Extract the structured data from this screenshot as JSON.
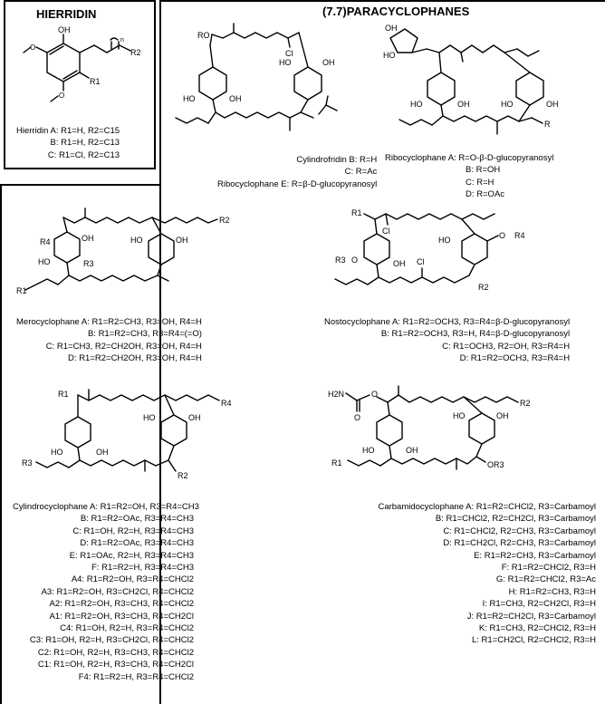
{
  "hierridin": {
    "title": "HIERRIDIN",
    "atoms": {
      "oh": "OH",
      "r2": "R2",
      "r1": "R1",
      "n": "n"
    },
    "variants": [
      {
        "name": "Hierridin A:",
        "def": "R1=H, R2=C15"
      },
      {
        "name": "B:",
        "def": "R1=H, R2=C13"
      },
      {
        "name": "C:",
        "def": "R1=Cl, R2=C13"
      }
    ]
  },
  "paracyclophanes": {
    "title": "(7.7)PARACYCLOPHANES",
    "cylindrofridin": {
      "atoms": {
        "ro": "RO",
        "cl": "Cl",
        "ho1": "HO",
        "oh1": "OH",
        "ho2": "HO",
        "oh2": "OH"
      },
      "lines": [
        "Cylindrofridin B: R=H",
        "C: R=Ac",
        "Ribocyclophane E: R=β-D-glucopyranosyl"
      ]
    },
    "ribocyclophane": {
      "atoms": {
        "oh": "OH",
        "ho": "HO",
        "r": "R",
        "ho1": "HO",
        "oh1": "OH",
        "ho2": "HO",
        "oh2": "OH"
      },
      "lines": [
        {
          "name": "Ribocyclophane A:",
          "def": "R=O-β-D-glucopyranosyl"
        },
        {
          "name": "B:",
          "def": "R=OH"
        },
        {
          "name": "C:",
          "def": "R=H"
        },
        {
          "name": "D:",
          "def": "R=OAc"
        }
      ]
    }
  },
  "merocyclophane": {
    "atoms": {
      "r4": "R4",
      "r3": "R3",
      "r1": "R1",
      "r2": "R2",
      "ho1": "HO",
      "oh1": "OH",
      "ho2": "HO",
      "oh2": "OH"
    },
    "variants": [
      {
        "name": "Merocyclophane A:",
        "def": "R1=R2=CH3, R3=OH, R4=H"
      },
      {
        "name": "B:",
        "def": "R1=R2=CH3, R3=R4=(=O)"
      },
      {
        "name": "C:",
        "def": "R1=CH3, R2=CH2OH, R3=OH, R4=H"
      },
      {
        "name": "D:",
        "def": "R1=R2=CH2OH, R3=OH, R4=H"
      }
    ]
  },
  "nostocyclophane": {
    "atoms": {
      "r1": "R1",
      "cl1": "Cl",
      "r3o": "R3",
      "o1": "O",
      "oh": "OH",
      "ho": "HO",
      "r4o": "O",
      "r4": "R4",
      "cl2": "Cl",
      "r2": "R2"
    },
    "variants": [
      {
        "name": "Nostocyclophane A:",
        "def": "R1=R2=OCH3, R3=R4=β-D-glucopyranosyl"
      },
      {
        "name": "B:",
        "def": "R1=R2=OCH3, R3=H, R4=β-D-glucopyranosyl"
      },
      {
        "name": "C:",
        "def": "R1=OCH3, R2=OH, R3=R4=H"
      },
      {
        "name": "D:",
        "def": "R1=R2=OCH3, R3=R4=H"
      }
    ]
  },
  "cylindrocyclophane": {
    "atoms": {
      "r1": "R1",
      "r4": "R4",
      "r3": "R3",
      "r2": "R2",
      "ho1": "HO",
      "oh1": "OH",
      "ho2": "HO",
      "oh2": "OH"
    },
    "variants": [
      {
        "name": "Cylindrocyclophane A:",
        "def": "R1=R2=OH, R3=R4=CH3"
      },
      {
        "name": "B:",
        "def": "R1=R2=OAc, R3=R4=CH3"
      },
      {
        "name": "C:",
        "def": "R1=OH, R2=H, R3=R4=CH3"
      },
      {
        "name": "D:",
        "def": "R1=R2=OAc, R3=R4=CH3"
      },
      {
        "name": "E:",
        "def": "R1=OAc, R2=H, R3=R4=CH3"
      },
      {
        "name": "F:",
        "def": "R1=R2=H, R3=R4=CH3"
      },
      {
        "name": "A4:",
        "def": "R1=R2=OH, R3=R4=CHCl2"
      },
      {
        "name": "A3:",
        "def": "R1=R2=OH, R3=CH2Cl, R4=CHCl2"
      },
      {
        "name": "A2:",
        "def": "R1=R2=OH, R3=CH3, R4=CHCl2"
      },
      {
        "name": "A1:",
        "def": "R1=R2=OH, R3=CH3, R4=CH2Cl"
      },
      {
        "name": "C4:",
        "def": "R1=OH, R2=H, R3=R4=CHCl2"
      },
      {
        "name": "C3:",
        "def": "R1=OH, R2=H, R3=CH2Cl, R4=CHCl2"
      },
      {
        "name": "C2:",
        "def": "R1=OH, R2=H, R3=CH3, R4=CHCl2"
      },
      {
        "name": "C1:",
        "def": "R1=OH, R2=H, R3=CH3, R4=CH2Cl"
      },
      {
        "name": "F4:",
        "def": "R1=R2=H, R3=R4=CHCl2"
      }
    ]
  },
  "carbamidocyclophane": {
    "atoms": {
      "h2n": "H2N",
      "o": "O",
      "o2": "O",
      "r1": "R1",
      "r2": "R2",
      "or3": "OR3",
      "ho1": "HO",
      "oh1": "OH",
      "ho2": "HO",
      "oh2": "OH"
    },
    "variants": [
      {
        "name": "Carbamidocyclophane A:",
        "def": "R1=R2=CHCl2, R3=Carbamoyl"
      },
      {
        "name": "B:",
        "def": "R1=CHCl2, R2=CH2Cl, R3=Carbamoyl"
      },
      {
        "name": "C:",
        "def": "R1=CHCl2, R2=CH3, R3=Carbamoyl"
      },
      {
        "name": "D:",
        "def": "R1=CH2Cl, R2=CH3, R3=Carbamoyl"
      },
      {
        "name": "E:",
        "def": "R1=R2=CH3, R3=Carbamoyl"
      },
      {
        "name": "F:",
        "def": "R1=R2=CHCl2, R3=H"
      },
      {
        "name": "G:",
        "def": "R1=R2=CHCl2, R3=Ac"
      },
      {
        "name": "H:",
        "def": "R1=R2=CH3, R3=H"
      },
      {
        "name": "I:",
        "def": "R1=CH3, R2=CH2Cl, R3=H"
      },
      {
        "name": "J:",
        "def": "R1=R2=CH2Cl, R3=Carbamoyl"
      },
      {
        "name": "K:",
        "def": "R1=CH3, R2=CHCl2, R3=H"
      },
      {
        "name": "L:",
        "def": "R1=CH2Cl, R2=CHCl2, R3=H"
      }
    ]
  }
}
